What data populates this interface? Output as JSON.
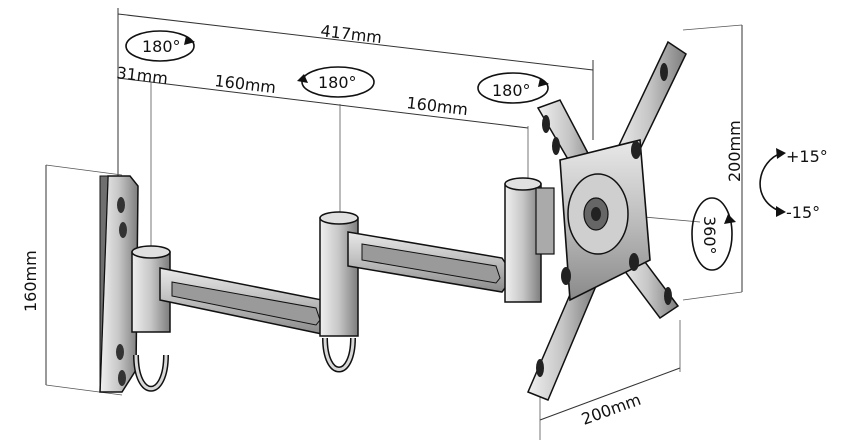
{
  "dimensions": {
    "overall_width": "417mm",
    "wall_offset": "31mm",
    "arm1_length": "160mm",
    "arm2_length": "160mm",
    "plate_height": "160mm",
    "vesa_height": "200mm",
    "vesa_width": "200mm"
  },
  "rotations": {
    "wall_pivot": "180°",
    "middle_pivot": "180°",
    "head_pivot": "180°",
    "screen_rotation": "360°"
  },
  "tilt": {
    "up": "+15°",
    "down": "-15°"
  }
}
